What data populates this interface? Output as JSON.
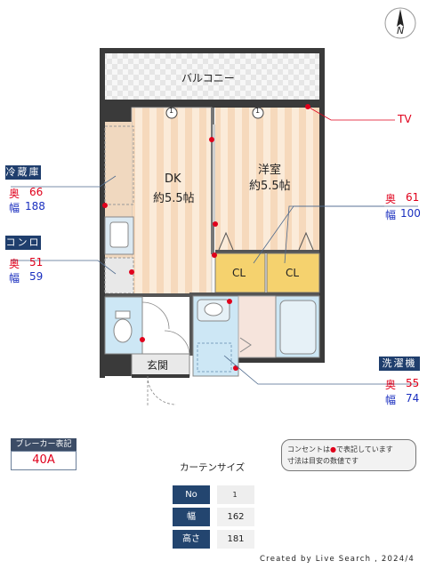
{
  "compass": {
    "label": "N"
  },
  "rooms": {
    "balcony": "バルコニー",
    "dk_name": "DK",
    "dk_size": "約5.5帖",
    "western_name": "洋室",
    "western_size": "約5.5帖",
    "closet1": "CL",
    "closet2": "CL",
    "entrance": "玄関"
  },
  "curtain_markers": [
    "1",
    "1"
  ],
  "tv_label": "TV",
  "callouts": {
    "fridge": {
      "title": "冷蔵庫",
      "depth_label": "奥",
      "depth": "66",
      "width_label": "幅",
      "width": "188"
    },
    "stove": {
      "title": "コンロ",
      "depth_label": "奥",
      "depth": "51",
      "width_label": "幅",
      "width": "59"
    },
    "closet": {
      "depth_label": "奥",
      "depth": "61",
      "width_label": "幅",
      "width": "100"
    },
    "washer": {
      "title": "洗濯機",
      "depth_label": "奥",
      "depth": "55",
      "width_label": "幅",
      "width": "74"
    }
  },
  "breaker": {
    "title": "ブレーカー表記",
    "value": "40A"
  },
  "note": {
    "line1_pre": "コンセントは",
    "line1_mark": "●",
    "line1_post": "で表記しています",
    "line2": "寸法は目安の数値です"
  },
  "curtain": {
    "title": "カーテンサイズ",
    "rows": [
      {
        "label": "No",
        "value": "1"
      },
      {
        "label": "幅",
        "value": "162"
      },
      {
        "label": "高さ",
        "value": "181"
      }
    ]
  },
  "footer": "Created by Live Search , 2024/4",
  "colors": {
    "wall": "#3a3a3a",
    "floor_a": "#f7dcc0",
    "floor_b": "#fbead7",
    "closet": "#f5d26e",
    "wet": "#cde7f5",
    "title_bg": "#1f3e6d",
    "accent_red": "#e0001b",
    "accent_blue": "#1a2fbf"
  }
}
